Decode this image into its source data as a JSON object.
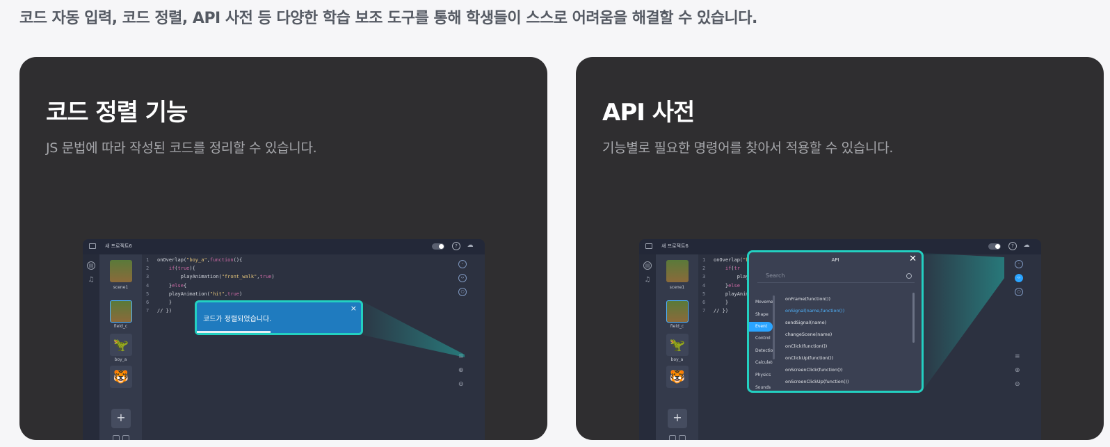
{
  "headline": "코드 자동 입력, 코드 정렬, API 사전 등 다양한 학습 보조 도구를 통해 학생들이 스스로 어려움을 해결할 수 있습니다.",
  "colors": {
    "accent": "#2aa4ff",
    "highlight_border": "#23d0c1",
    "card_bg": "#2f2e30"
  },
  "ide": {
    "project_name": "새 프로젝트6",
    "icons": [
      "folder-icon",
      "toggle-switch",
      "help-icon",
      "cloud-icon",
      "play-icon"
    ],
    "sprites": [
      {
        "label": "scene1"
      },
      {
        "label": "field_c"
      },
      {
        "label": "boy_a"
      },
      {
        "label": ""
      }
    ],
    "add_label": "+",
    "code_lines": [
      "1",
      "2",
      "3",
      "4",
      "5",
      "6",
      "7"
    ]
  },
  "cards": [
    {
      "title": "코드 정렬 기능",
      "description": "JS 문법에 따라 작성된 코드를 정리할 수 있습니다.",
      "toast": {
        "message": "코드가 정렬되었습니다.",
        "close": "×",
        "progress": 0.45
      }
    },
    {
      "title": "API 사전",
      "description": "기능별로 필요한 명령어를 찾아서 적용할 수 있습니다.",
      "api": {
        "title": "API",
        "close": "✕",
        "search_placeholder": "Search",
        "categories": [
          "Movement",
          "Shape",
          "Event",
          "Control",
          "Detection",
          "Calculate",
          "Physics",
          "Sounds"
        ],
        "active_category": "Event",
        "items": [
          "onFrame(function())",
          "onSignal(name,function())",
          "sendSignal(name)",
          "changeScene(name)",
          "onClick(function())",
          "onClickUp(function())",
          "onScreenClick(function())",
          "onScreenClickUp(function())"
        ],
        "highlighted_item": "onSignal(name,function())"
      }
    }
  ]
}
